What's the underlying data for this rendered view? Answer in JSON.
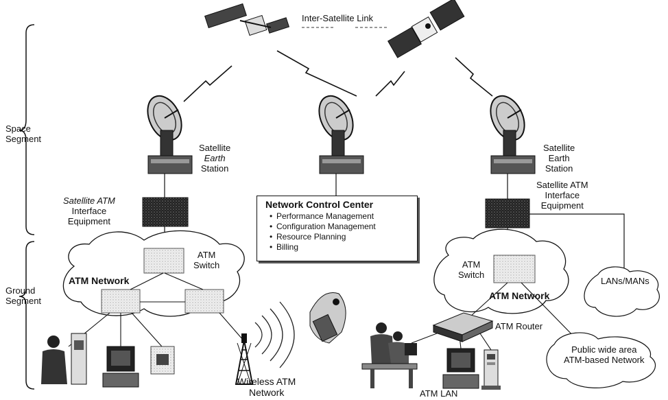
{
  "isl_label": "Inter-Satellite Link",
  "segments": {
    "space": [
      "Space",
      "Segment"
    ],
    "ground": [
      "Ground",
      "Segment"
    ]
  },
  "left_station": [
    "Satellite",
    "Earth",
    "Station"
  ],
  "right_station": [
    "Satellite",
    "Earth",
    "Station"
  ],
  "left_interface": [
    "Satellite ATM",
    "Interface",
    "Equipment"
  ],
  "right_interface": [
    "Satellite ATM",
    "Interface",
    "Equipment"
  ],
  "ncc": {
    "title": "Network Control Center",
    "items": [
      "Performance Management",
      "Configuration Management",
      "Resource Planning",
      "Billing"
    ]
  },
  "left_net": {
    "switch": [
      "ATM",
      "Switch"
    ],
    "network": "ATM Network"
  },
  "right_net": {
    "switch": [
      "ATM",
      "Switch"
    ],
    "network": "ATM Network",
    "router": "ATM Router"
  },
  "lans": "LANs/MANs",
  "public_wan": [
    "Public wide area",
    "ATM-based Network"
  ],
  "wireless": [
    "Wireless ATM",
    "Network"
  ],
  "atm_lan": "ATM LAN"
}
